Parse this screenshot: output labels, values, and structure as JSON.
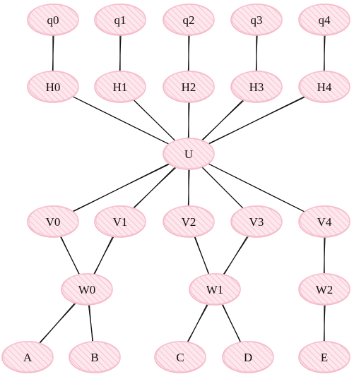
{
  "diagram": {
    "type": "graph",
    "colors": {
      "node_fill": "#fde4ea",
      "node_stroke": "#f4b8c6",
      "hatch": "#f6b3c2",
      "edge": "#111111",
      "text": "#111111"
    },
    "nodes": [
      {
        "id": "q0",
        "label": "q0"
      },
      {
        "id": "q1",
        "label": "q1"
      },
      {
        "id": "q2",
        "label": "q2"
      },
      {
        "id": "q3",
        "label": "q3"
      },
      {
        "id": "q4",
        "label": "q4"
      },
      {
        "id": "H0",
        "label": "H0"
      },
      {
        "id": "H1",
        "label": "H1"
      },
      {
        "id": "H2",
        "label": "H2"
      },
      {
        "id": "H3",
        "label": "H3"
      },
      {
        "id": "H4",
        "label": "H4"
      },
      {
        "id": "U",
        "label": "U"
      },
      {
        "id": "V0",
        "label": "V0"
      },
      {
        "id": "V1",
        "label": "V1"
      },
      {
        "id": "V2",
        "label": "V2"
      },
      {
        "id": "V3",
        "label": "V3"
      },
      {
        "id": "V4",
        "label": "V4"
      },
      {
        "id": "W0",
        "label": "W0"
      },
      {
        "id": "W1",
        "label": "W1"
      },
      {
        "id": "W2",
        "label": "W2"
      },
      {
        "id": "A",
        "label": "A"
      },
      {
        "id": "B",
        "label": "B"
      },
      {
        "id": "C",
        "label": "C"
      },
      {
        "id": "D",
        "label": "D"
      },
      {
        "id": "E",
        "label": "E"
      }
    ],
    "edges": [
      [
        "q0",
        "H0"
      ],
      [
        "q1",
        "H1"
      ],
      [
        "q2",
        "H2"
      ],
      [
        "q3",
        "H3"
      ],
      [
        "q4",
        "H4"
      ],
      [
        "H0",
        "U"
      ],
      [
        "H1",
        "U"
      ],
      [
        "H2",
        "U"
      ],
      [
        "H3",
        "U"
      ],
      [
        "H4",
        "U"
      ],
      [
        "U",
        "V0"
      ],
      [
        "U",
        "V1"
      ],
      [
        "U",
        "V2"
      ],
      [
        "U",
        "V3"
      ],
      [
        "U",
        "V4"
      ],
      [
        "V0",
        "W0"
      ],
      [
        "V1",
        "W0"
      ],
      [
        "V2",
        "W1"
      ],
      [
        "V3",
        "W1"
      ],
      [
        "V4",
        "W2"
      ],
      [
        "W0",
        "A"
      ],
      [
        "W0",
        "B"
      ],
      [
        "W1",
        "C"
      ],
      [
        "W1",
        "D"
      ],
      [
        "W2",
        "E"
      ]
    ]
  }
}
